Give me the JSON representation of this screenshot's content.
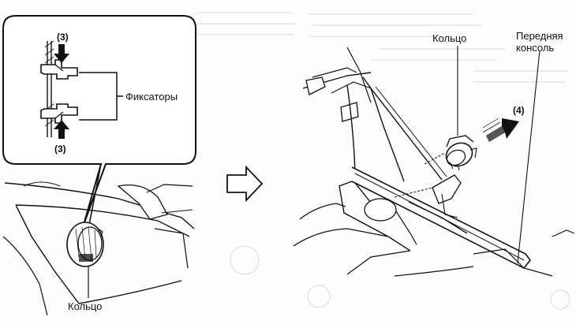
{
  "figure": {
    "left_panel": {
      "detail_inset": {
        "callout_top": "(3)",
        "callout_bottom": "(3)",
        "clips_label": "Фиксаторы"
      },
      "ring_label": "Кольцо"
    },
    "step_arrow_icon": "outline-arrow-right-icon",
    "right_panel": {
      "ring_label": "Кольцо",
      "console_label_line1": "Передняя",
      "console_label_line2": "консоль",
      "direction_callout": "(4)",
      "direction_arrow_icon": "solid-3d-arrow-icon"
    }
  },
  "colors": {
    "line": "#111111",
    "ghost_text": "#d9d9d6",
    "paper": "#fdfdfc"
  }
}
